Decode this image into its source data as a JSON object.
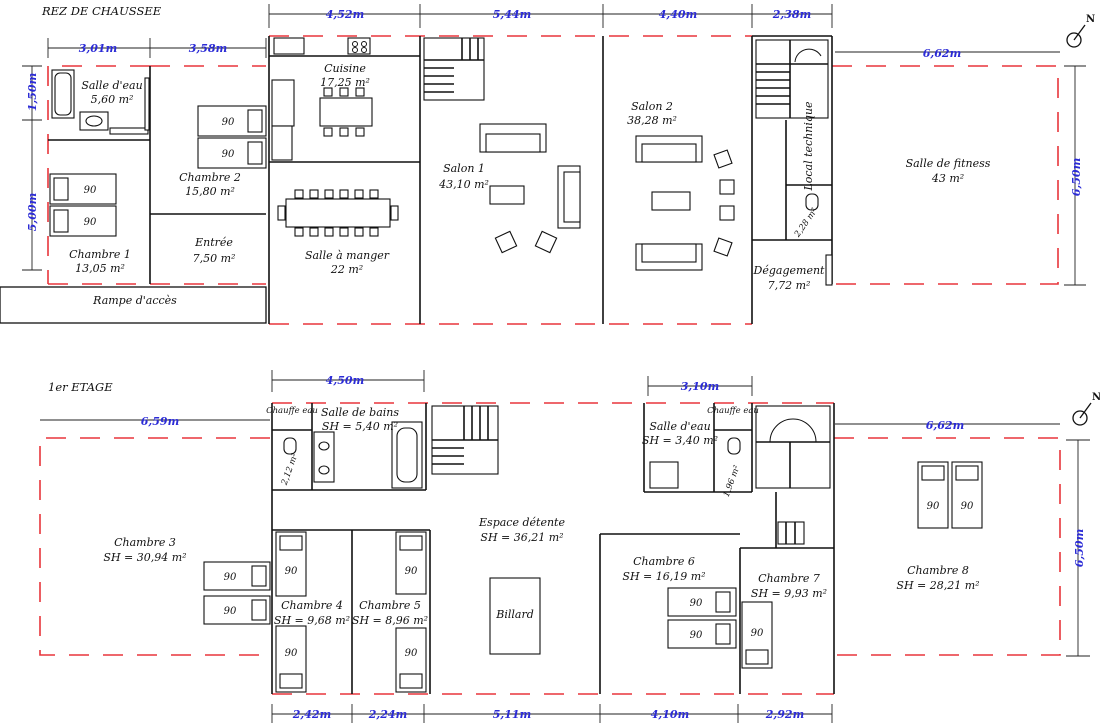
{
  "floors": {
    "ground": {
      "title": "REZ DE CHAUSSEE"
    },
    "first": {
      "title": "1er ETAGE"
    }
  },
  "rooms_ground": [
    {
      "id": "salle-deau",
      "name": "Salle d'eau",
      "area": "5,60 m²"
    },
    {
      "id": "cuisine",
      "name": "Cuisine",
      "area": "17,25 m²"
    },
    {
      "id": "chambre-2",
      "name": "Chambre 2",
      "area": "15,80 m²"
    },
    {
      "id": "chambre-1",
      "name": "Chambre 1",
      "area": "13,05 m²"
    },
    {
      "id": "entree",
      "name": "Entrée",
      "area": "7,50 m²"
    },
    {
      "id": "salle-a-manger",
      "name": "Salle à manger",
      "area": "22 m²"
    },
    {
      "id": "salon-1",
      "name": "Salon 1",
      "area": "43,10 m²"
    },
    {
      "id": "salon-2",
      "name": "Salon 2",
      "area": "38,28 m²"
    },
    {
      "id": "local-technique",
      "name": "Local technique",
      "area": ""
    },
    {
      "id": "wc",
      "name": "",
      "area": "2,28 m²"
    },
    {
      "id": "degagement",
      "name": "Dégagement",
      "area": "7,72 m²"
    },
    {
      "id": "salle-de-fitness",
      "name": "Salle de fitness",
      "area": "43 m²"
    },
    {
      "id": "rampe",
      "name": "Rampe d'accès",
      "area": ""
    }
  ],
  "rooms_first": [
    {
      "id": "chauffe-eau-1",
      "name": "Chauffe eau",
      "area": ""
    },
    {
      "id": "salle-de-bains",
      "name": "Salle de bains",
      "area": "SH = 5,40 m²"
    },
    {
      "id": "wc-1",
      "name": "",
      "area": "2,12 m²"
    },
    {
      "id": "chambre-3",
      "name": "Chambre 3",
      "area": "SH = 30,94 m²"
    },
    {
      "id": "chambre-4",
      "name": "Chambre 4",
      "area": "SH = 9,68 m²"
    },
    {
      "id": "chambre-5",
      "name": "Chambre 5",
      "area": "SH = 8,96 m²"
    },
    {
      "id": "espace-detente",
      "name": "Espace détente",
      "area": "SH = 36,21 m²"
    },
    {
      "id": "billard",
      "name": "Billard",
      "area": ""
    },
    {
      "id": "salle-deau-2",
      "name": "Salle d'eau",
      "area": "SH = 3,40 m²"
    },
    {
      "id": "chauffe-eau-2",
      "name": "Chauffe eau",
      "area": ""
    },
    {
      "id": "wc-2",
      "name": "",
      "area": "1,96 m²"
    },
    {
      "id": "chambre-6",
      "name": "Chambre 6",
      "area": "SH = 16,19 m²"
    },
    {
      "id": "chambre-7",
      "name": "Chambre 7",
      "area": "SH = 9,93 m²"
    },
    {
      "id": "chambre-8",
      "name": "Chambre 8",
      "area": "SH = 28,21 m²"
    }
  ],
  "dims_ground": [
    "4,52m",
    "5,44m",
    "4,40m",
    "2,38m",
    "3,01m",
    "3,58m",
    "6,62m",
    "1,50m",
    "5,00m",
    "6,50m"
  ],
  "dims_first": [
    "4,50m",
    "3,10m",
    "6,59m",
    "6,62m",
    "6,50m",
    "2,42m",
    "2,24m",
    "5,11m",
    "4,10m",
    "2,92m"
  ],
  "bed_label": "90",
  "colors": {
    "walls": "#111111",
    "exterior_dashed": "#e8353b",
    "dimensions": "#2b2bd6"
  },
  "icons": [
    "north-arrow-icon"
  ]
}
